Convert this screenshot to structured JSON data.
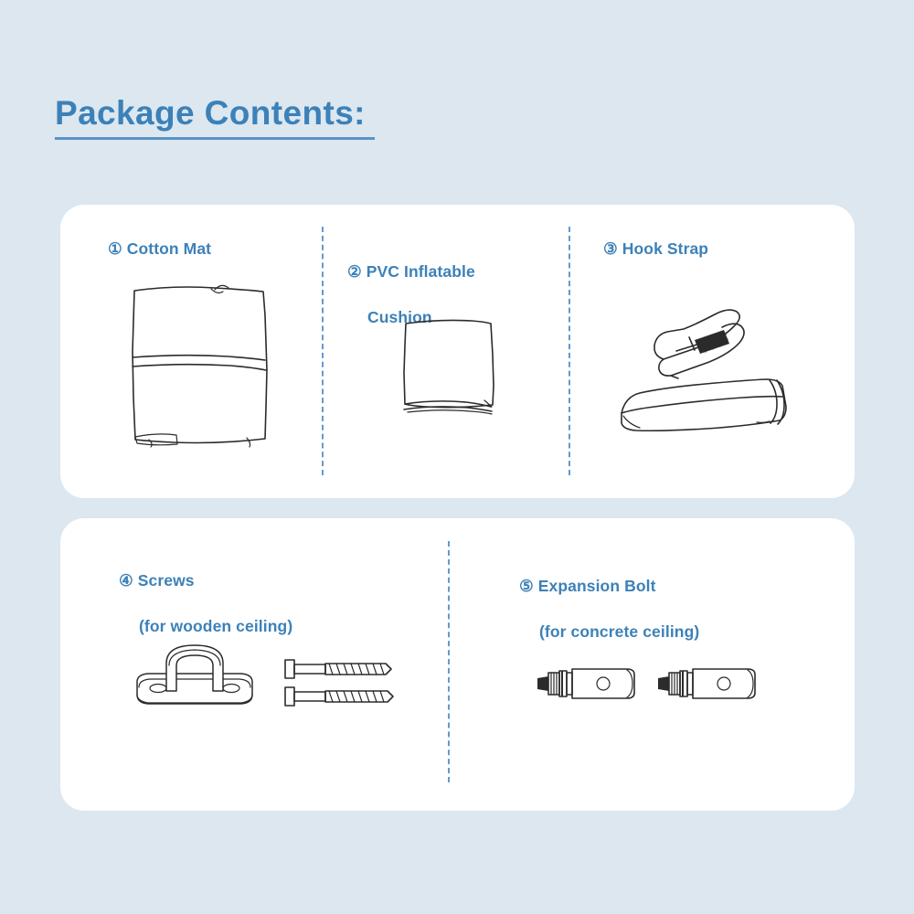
{
  "page": {
    "title": "Package Contents:",
    "background_color": "#dce7f0",
    "card_color": "#ffffff",
    "accent_color": "#3c81b8",
    "divider_color": "#6699cc",
    "ink_color": "#2b2b2b"
  },
  "cards": [
    {
      "id": "card-top",
      "items": [
        {
          "number": "①",
          "name": "Cotton Mat",
          "note": "",
          "icon": "folded-cotton-mat-icon"
        },
        {
          "number": "②",
          "name": "PVC Inflatable",
          "name_line2": "Cushion",
          "note": "",
          "icon": "folded-pvc-cushion-icon"
        },
        {
          "number": "③",
          "name": "Hook Strap",
          "note": "",
          "icon": "carabiner-and-strap-icon"
        }
      ]
    },
    {
      "id": "card-bottom",
      "items": [
        {
          "number": "④",
          "name": "Screws",
          "note": "(for wooden ceiling)",
          "icon": "eye-plate-and-lag-screws-icon"
        },
        {
          "number": "⑤",
          "name": "Expansion Bolt",
          "note": "(for concrete ceiling)",
          "icon": "expansion-bolts-icon"
        }
      ]
    }
  ],
  "labels": {
    "item1": "① Cotton Mat",
    "item2_line1": "② PVC Inflatable",
    "item2_line2": "Cushion",
    "item3": "③ Hook Strap",
    "item4_line1": "④ Screws",
    "item4_line2": "(for wooden ceiling)",
    "item5_line1": "⑤ Expansion Bolt",
    "item5_line2": "(for concrete ceiling)"
  }
}
